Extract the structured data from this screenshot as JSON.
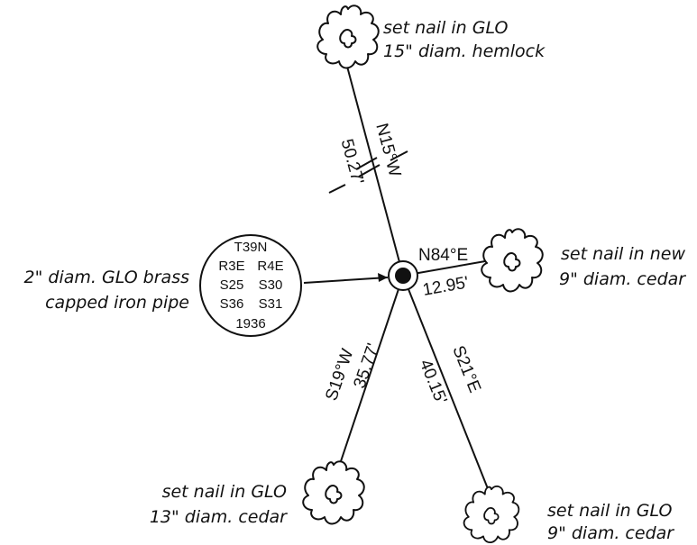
{
  "center_monument": {
    "label_line1": "2\" diam. GLO brass",
    "label_line2": "capped iron pipe",
    "cap": {
      "township": "T39N",
      "ranges": [
        "R3E",
        "R4E"
      ],
      "sections_top": [
        "S25",
        "S30"
      ],
      "sections_bottom": [
        "S36",
        "S31"
      ],
      "year": "1936"
    }
  },
  "bearing_trees": [
    {
      "id": "north",
      "bearing": "N15°W",
      "distance": "50.27'",
      "note_line1": "set nail in GLO",
      "note_line2": "15\" diam. hemlock"
    },
    {
      "id": "east",
      "bearing": "N84°E",
      "distance": "12.95'",
      "note_line1": "set nail in new",
      "note_line2": "9\" diam. cedar"
    },
    {
      "id": "southwest",
      "bearing": "S19°W",
      "distance": "35.77'",
      "note_line1": "set nail in GLO",
      "note_line2": "13\" diam. cedar"
    },
    {
      "id": "southeast",
      "bearing": "S21°E",
      "distance": "40.15'",
      "note_line1": "set nail in GLO",
      "note_line2": "9\" diam. cedar"
    }
  ],
  "icons": {
    "tree": "tree-symbol-icon",
    "monument": "monument-point-icon",
    "arrow": "arrow-head-icon"
  }
}
